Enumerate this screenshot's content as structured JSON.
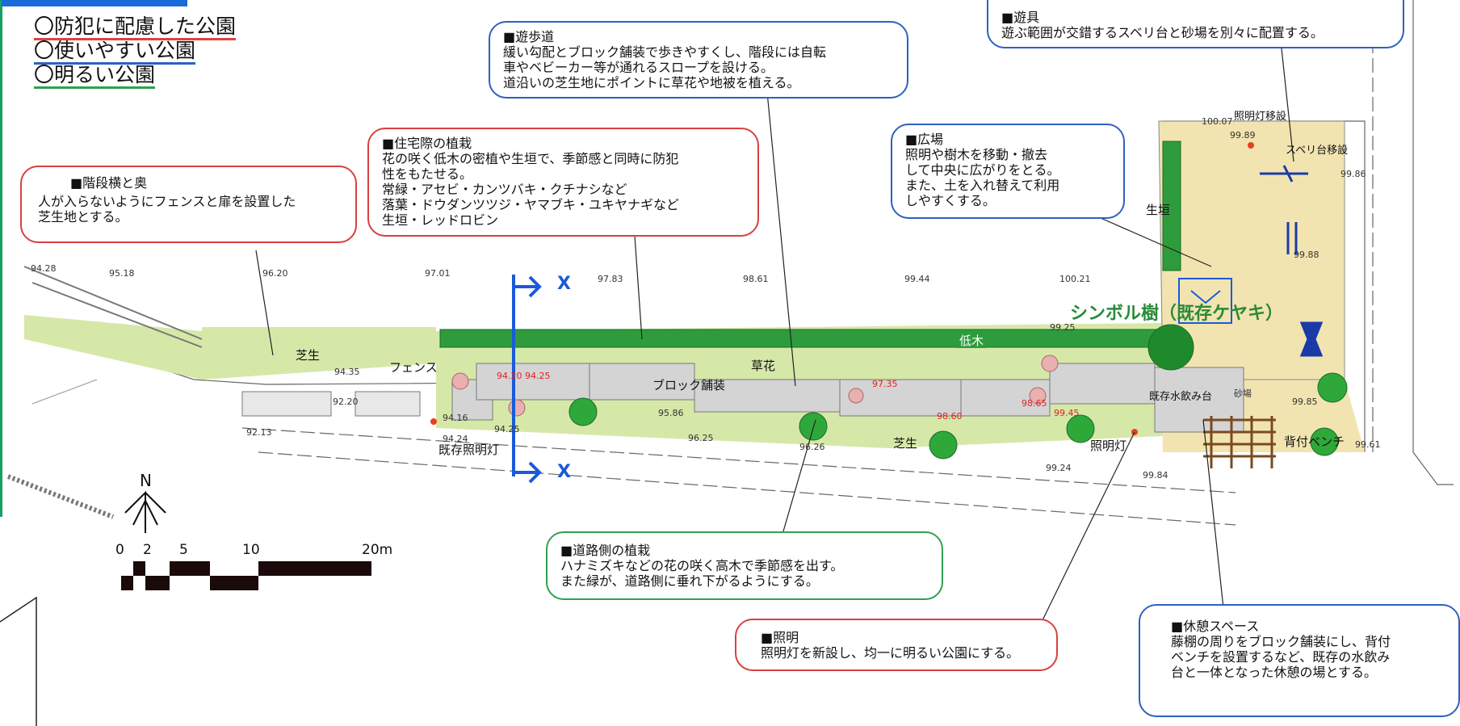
{
  "principles": [
    "〇防犯に配慮した公園",
    "〇使いやすい公園",
    "〇明るい公園"
  ],
  "colors": {
    "crime": "#e04040",
    "usable": "#3060c0",
    "bright": "#30a050",
    "lawn": "#d6e8a8",
    "hedge": "#2e9c3c",
    "paving": "#cfcfcf",
    "section_arrow": "#1a5ad8",
    "symbol_tree": "#2a8a3a"
  },
  "callouts": {
    "stairs": {
      "lines": [
        "■階段横と奥",
        "人が入らないようにフェンスと扉を設置した",
        "芝生地とする。"
      ]
    },
    "residential": {
      "lines": [
        "■住宅際の植栽",
        "花の咲く低木の密植や生垣で、季節感と同時に防犯",
        "性をもたせる。",
        "常緑・アセビ・カンツバキ・クチナシなど",
        "落葉・ドウダンツツジ・ヤマブキ・ユキヤナギなど",
        "生垣・レッドロビン"
      ]
    },
    "path": {
      "lines": [
        "■遊歩道",
        "緩い勾配とブロック舗装で歩きやすくし、階段には自転",
        "車やベビーカー等が通れるスロープを設ける。",
        "道沿いの芝生地にポイントに草花や地被を植える。"
      ]
    },
    "play": {
      "lines": [
        "■遊具",
        "遊ぶ範囲が交錯するスベリ台と砂場を別々に配置する。"
      ]
    },
    "plaza": {
      "lines": [
        "■広場",
        "照明や樹木を移動・撤去",
        "して中央に広がりをとる。",
        "また、土を入れ替えて利用",
        "しやすくする。"
      ]
    },
    "roadside": {
      "lines": [
        "■道路側の植栽",
        "ハナミズキなどの花の咲く高木で季節感を出す。",
        "また緑が、道路側に垂れ下がるようにする。"
      ]
    },
    "lighting": {
      "lines": [
        "■照明",
        "照明灯を新設し、均一に明るい公園にする。"
      ]
    },
    "rest": {
      "lines": [
        "■休憩スペース",
        "藤棚の周りをブロック舗装にし、背付",
        "ベンチを設置するなど、既存の水飲み",
        "台と一体となった休憩の場とする。"
      ]
    }
  },
  "plan_labels": {
    "lawn_west": "芝生",
    "lawn_south": "芝生",
    "fence": "フェンス",
    "existing_light": "既存照明灯",
    "block_paving": "ブロック舗装",
    "flowers": "草花",
    "low_trees": "低木",
    "hedge": "生垣",
    "symbol_tree": "シンボル樹（既存ケヤキ）",
    "light_relocation": "照明灯移設",
    "slide_relocation": "スベリ台移設",
    "sandbox": "砂場",
    "drinking_fountain": "既存水飲み台",
    "lamp": "照明灯",
    "backed_bench": "背付ベンチ",
    "section_mark": "X"
  },
  "elevations_top": [
    "94.28",
    "95.18",
    "96.20",
    "97.01",
    "97.83",
    "98.61",
    "99.44",
    "100.21"
  ],
  "elevations_misc": [
    "94.35",
    "92.20",
    "92.13",
    "94.16",
    "94.24",
    "94.25",
    "95.86",
    "96.25",
    "96.26",
    "99.24",
    "99.84",
    "99.89",
    "99.61",
    "99.85",
    "99.88",
    "99.25",
    "100.07",
    "99.86"
  ],
  "elevations_red": [
    "94.20",
    "94.25",
    "97.35",
    "98.65",
    "99.45",
    "98.60"
  ],
  "scale_bar": {
    "ticks": [
      "0",
      "2",
      "5",
      "10",
      "20m"
    ],
    "north": "N"
  }
}
